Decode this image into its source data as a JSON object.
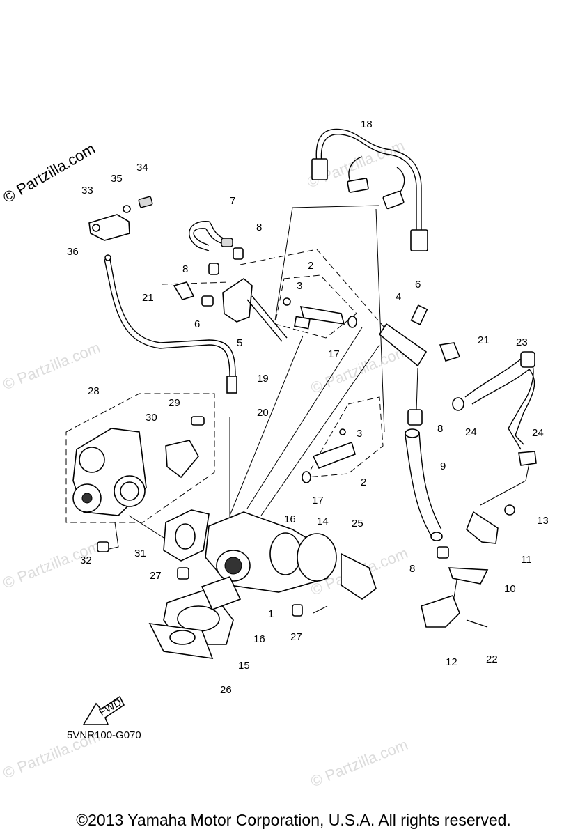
{
  "watermark": {
    "main_text": "© Partzilla.com",
    "faint_text": "© Partzilla.com"
  },
  "labels": {
    "p1": "1",
    "p2a": "2",
    "p2b": "2",
    "p3a": "3",
    "p3b": "3",
    "p4": "4",
    "p5": "5",
    "p6a": "6",
    "p6b": "6",
    "p7": "7",
    "p8a": "8",
    "p8b": "8",
    "p8c": "8",
    "p8d": "8",
    "p9": "9",
    "p10": "10",
    "p11": "11",
    "p12": "12",
    "p13": "13",
    "p14": "14",
    "p15": "15",
    "p16a": "16",
    "p16b": "16",
    "p17a": "17",
    "p17b": "17",
    "p18": "18",
    "p19": "19",
    "p20": "20",
    "p21a": "21",
    "p21b": "21",
    "p22": "22",
    "p23": "23",
    "p24a": "24",
    "p24b": "24",
    "p25": "25",
    "p26": "26",
    "p27a": "27",
    "p27b": "27",
    "p28": "28",
    "p29": "29",
    "p30": "30",
    "p31": "31",
    "p32": "32",
    "p33": "33",
    "p34": "34",
    "p35": "35",
    "p36": "36"
  },
  "fwd_label": "FWD",
  "diagram_code": "5VNR100-G070",
  "copyright": "©2013 Yamaha Motor Corporation, U.S.A. All rights reserved."
}
